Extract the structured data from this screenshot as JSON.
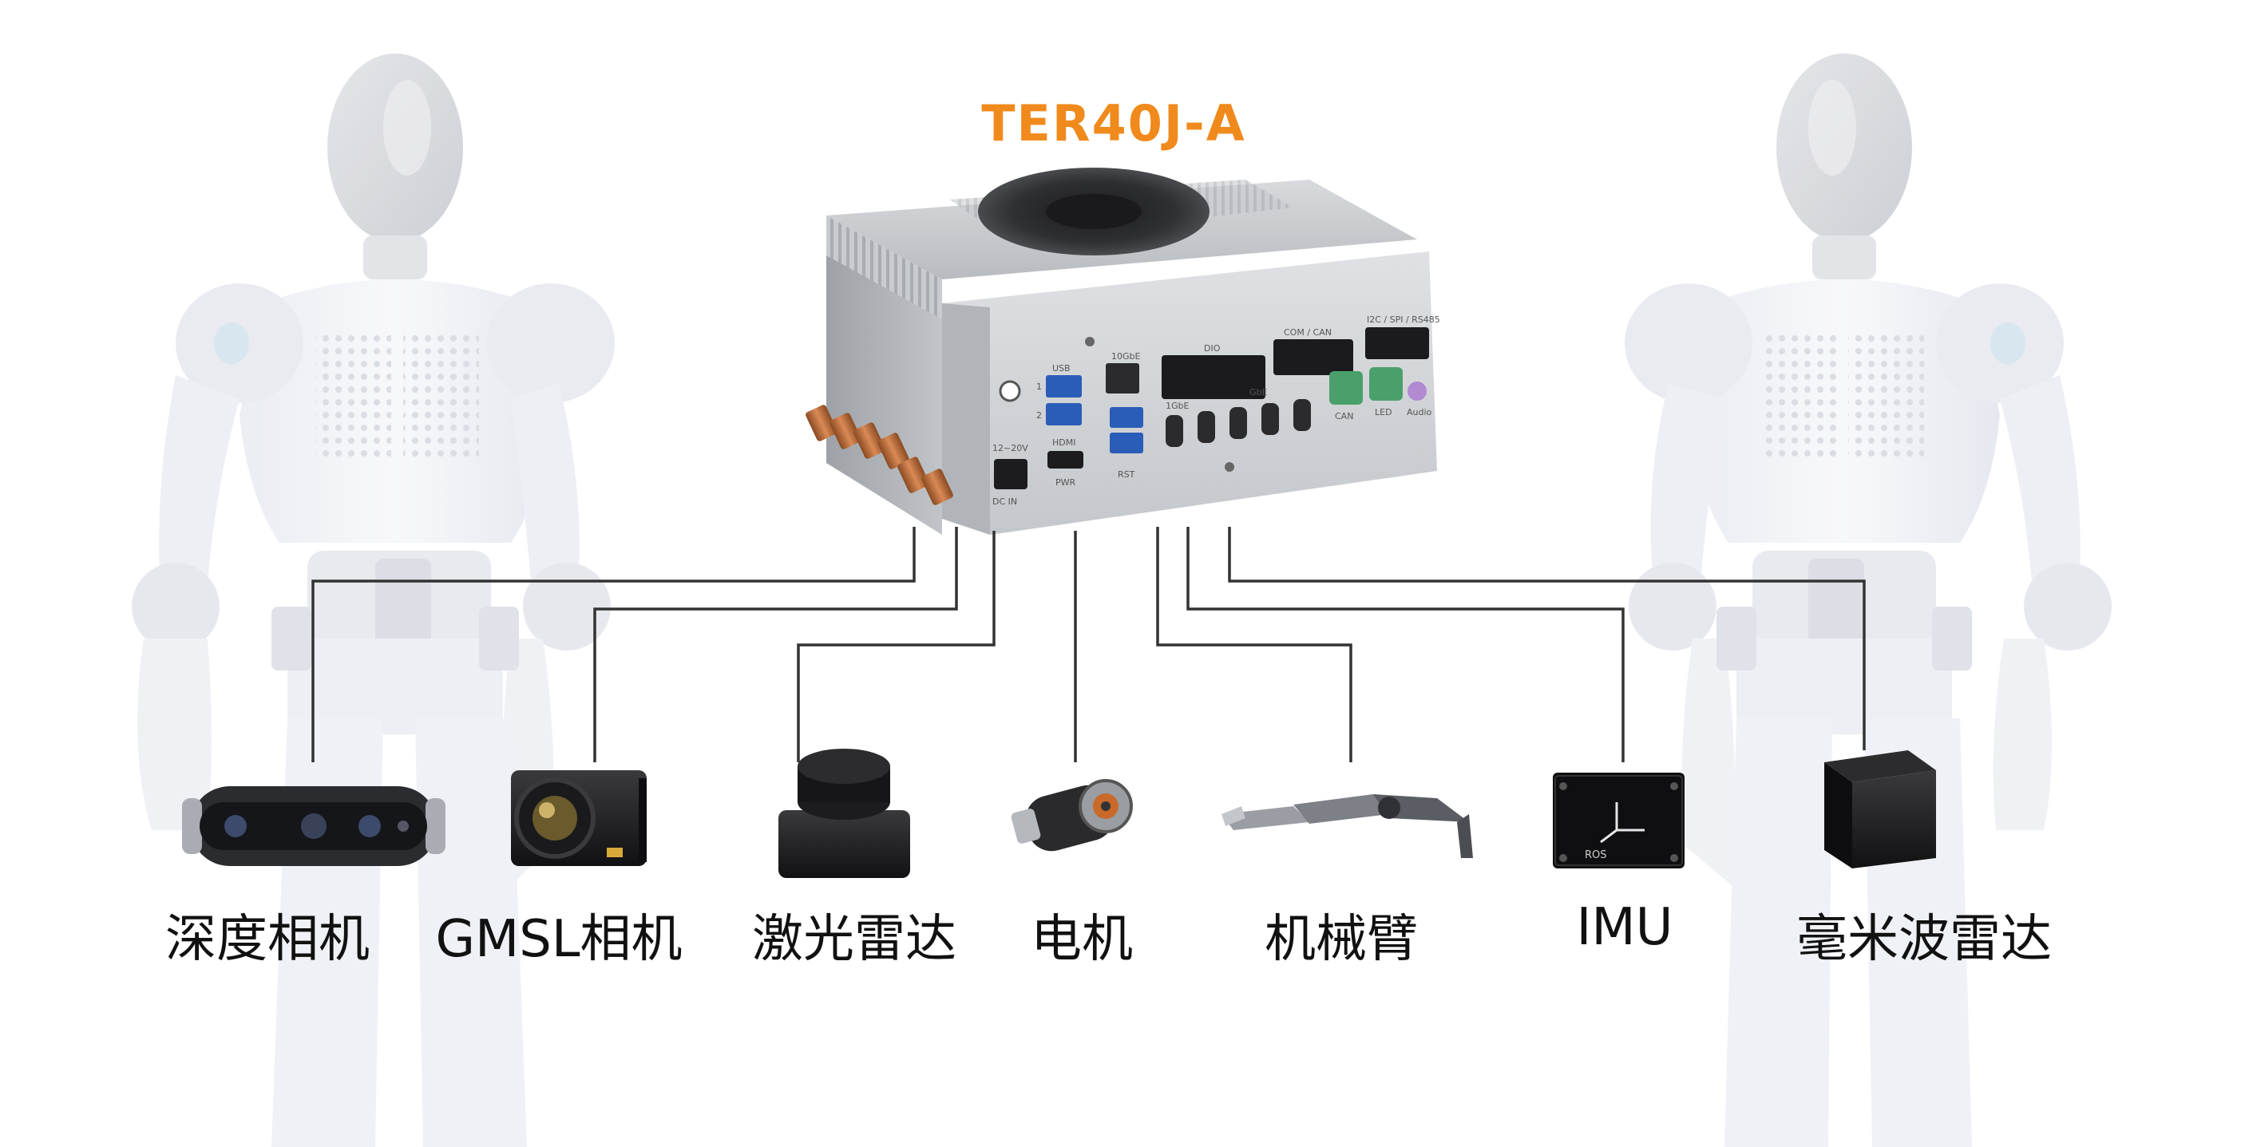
{
  "device": {
    "title": "TER40J-A",
    "port_labels": {
      "usb": "USB",
      "usb_1": "1",
      "usb_2": "2",
      "lan_top": "10GbE",
      "hdmi": "HDMI",
      "pwr": "PWR",
      "rst": "RST",
      "dc_in": "DC IN",
      "volt": "12~20V",
      "gbe": "1GbE",
      "gbe4": "GbE",
      "dio": "DIO",
      "com_can": "COM / CAN",
      "i2c": "I2C / SPI / RS485",
      "can": "CAN",
      "led": "LED",
      "audio": "Audio"
    }
  },
  "accent_color": "#f08a1c",
  "line_color": "#333333",
  "peripherals": [
    {
      "label": "深度相机",
      "icon": "depth-camera-icon"
    },
    {
      "label": "GMSL相机",
      "icon": "gmsl-camera-icon"
    },
    {
      "label": "激光雷达",
      "icon": "lidar-icon"
    },
    {
      "label": "电机",
      "icon": "motor-icon"
    },
    {
      "label": "机械臂",
      "icon": "robotic-arm-icon"
    },
    {
      "label": "IMU",
      "icon": "imu-icon"
    },
    {
      "label": "毫米波雷达",
      "icon": "mmwave-radar-icon"
    }
  ],
  "imu_brand": "ROS"
}
